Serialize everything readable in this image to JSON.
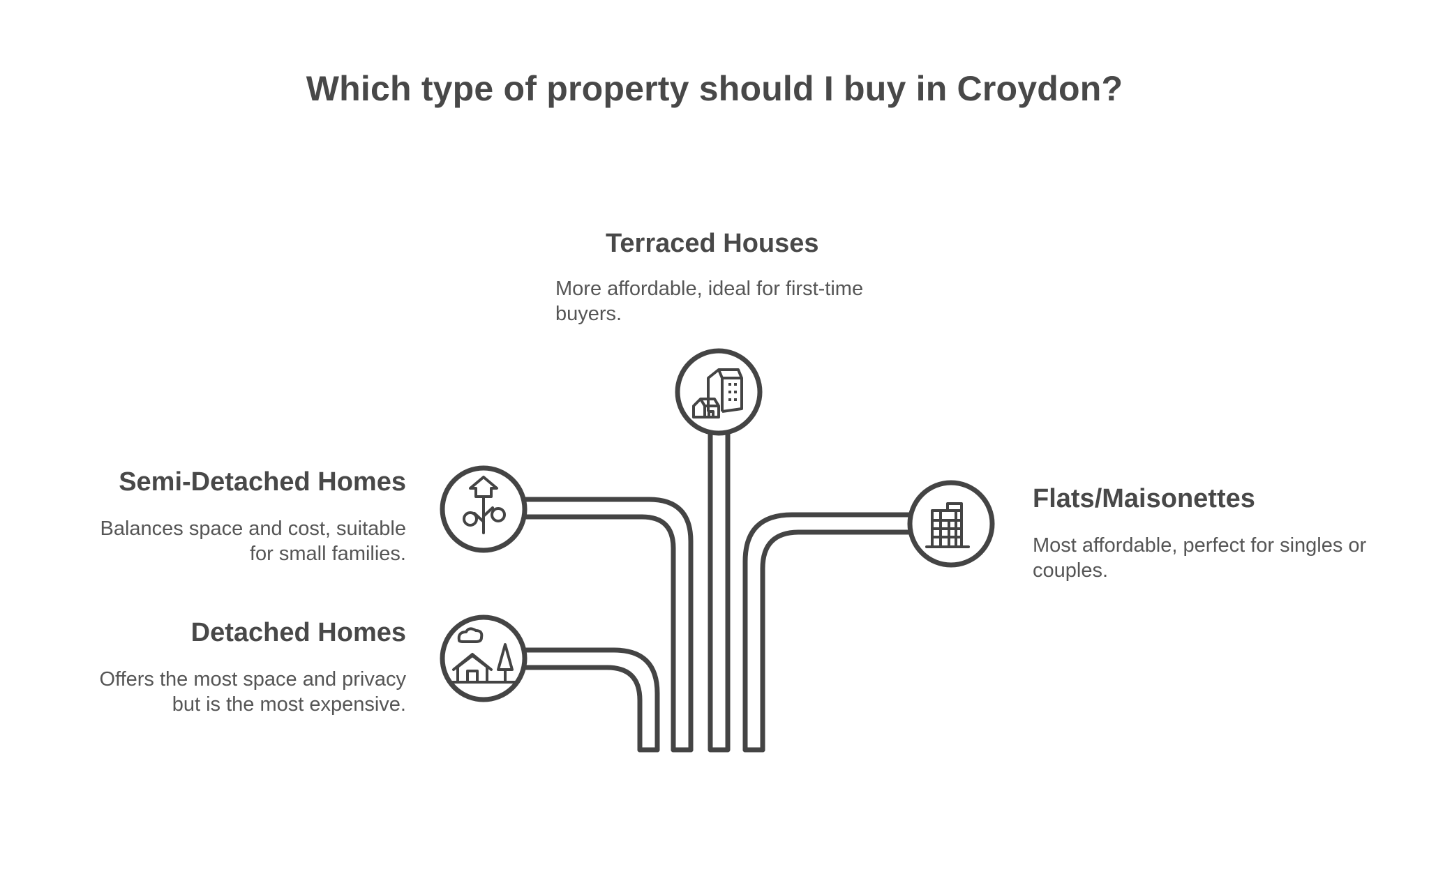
{
  "title": "Which type of property should I buy in Croydon?",
  "options": {
    "terraced": {
      "heading": "Terraced Houses",
      "description": "More affordable, ideal for first-time buyers.",
      "icon": "house-and-apartment-building-icon"
    },
    "semi_detached": {
      "heading": "Semi-Detached Homes",
      "description": "Balances space and cost, suitable for small families.",
      "icon": "house-tree-icon"
    },
    "detached": {
      "heading": "Detached Homes",
      "description": "Offers the most space and privacy but is the most expensive.",
      "icon": "house-with-tree-icon"
    },
    "flats": {
      "heading": "Flats/Maisonettes",
      "description": "Most affordable, perfect for singles or couples.",
      "icon": "apartment-building-icon"
    }
  },
  "colors": {
    "stroke": "#444444",
    "text": "#484848"
  }
}
